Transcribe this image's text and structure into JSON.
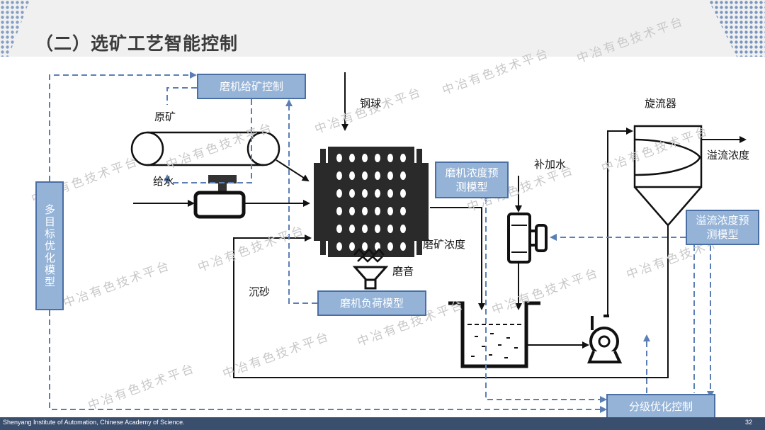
{
  "title": "（二）选矿工艺智能控制",
  "footer": {
    "institution": "Shenyang Institute of Automation, Chinese Academy of Science.",
    "page": "32"
  },
  "boxes": {
    "mill_feed_control": "磨机给矿控制",
    "multi_objective_model": "多目标优化模型",
    "mill_density_model": "磨机浓度预测模型",
    "overflow_density_model": "溢流浓度预测模型",
    "mill_load_model": "磨机负荷模型",
    "classification_control": "分级优化控制"
  },
  "labels": {
    "raw_ore": "原矿",
    "feed_water": "给水",
    "steel_balls": "钢球",
    "grinding_density": "磨矿浓度",
    "grinding_sound": "磨音",
    "sand_return": "沉砂",
    "makeup_water": "补加水",
    "cyclone": "旋流器",
    "overflow_density": "溢流浓度"
  },
  "watermark": "中冶有色技术平台",
  "colors": {
    "box_fill": "#95b3d7",
    "box_border": "#4a6fa5",
    "dashed_line": "#5b7fb5",
    "footer": "#3a4e6e"
  }
}
